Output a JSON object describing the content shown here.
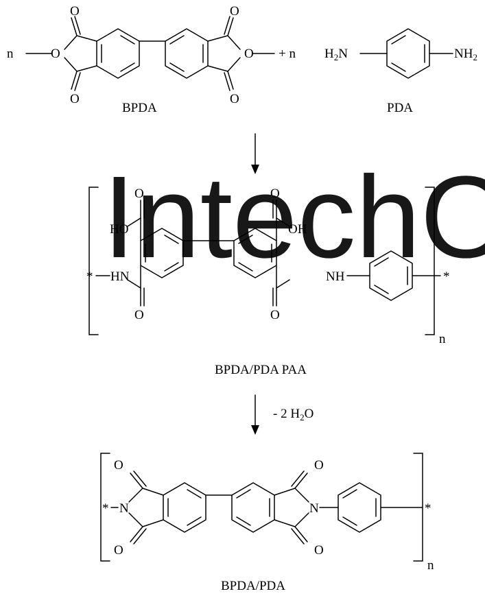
{
  "watermark": "IntechOpen",
  "reactants": {
    "n_prefix": "n",
    "bpda_label": "BPDA",
    "plus": "+ n",
    "pda_label": "PDA",
    "atom_O": "O",
    "amine_left": "H2N",
    "amine_right": "NH2"
  },
  "step1": {
    "arrow": "↓",
    "condition": ""
  },
  "intermediate": {
    "label": "BPDA/PDA PAA",
    "ho": "HO",
    "oh": "OH",
    "hn": "HN",
    "nh": "NH",
    "o": "O",
    "star": "*",
    "subscript_n": "n"
  },
  "step2": {
    "condition": "- 2 H2O"
  },
  "product": {
    "label": "BPDA/PDA",
    "n_atom": "N",
    "o": "O",
    "star": "*",
    "subscript_n": "n"
  }
}
